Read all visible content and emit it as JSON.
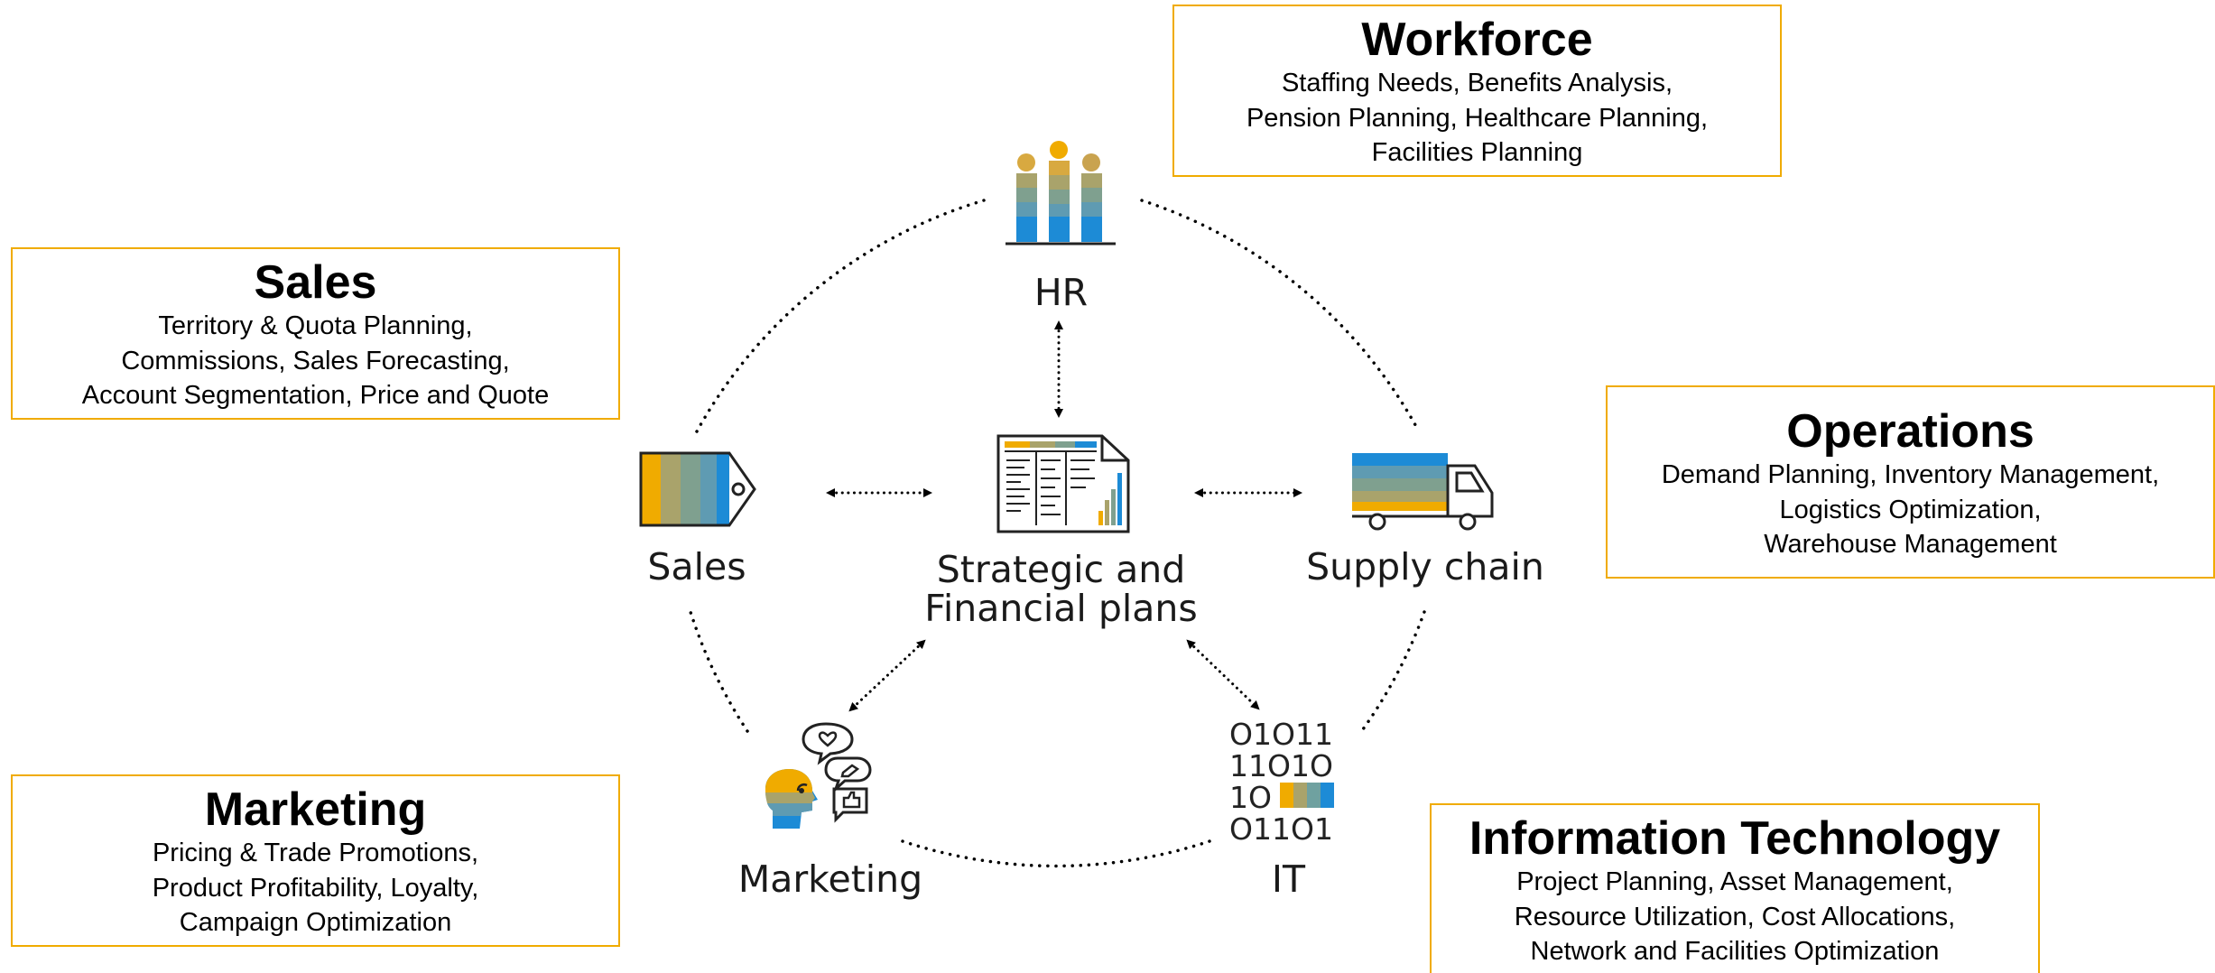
{
  "colors": {
    "box_border": "#f0ab00",
    "accent_orange": "#f0ab00",
    "accent_olive": "#a9a36b",
    "accent_teal": "#6fa1a0",
    "accent_blue": "#1d8bd6",
    "dotted_line": "#000000"
  },
  "boxes": {
    "workforce": {
      "title": "Workforce",
      "lines": [
        "Staffing Needs, Benefits Analysis,",
        "Pension Planning, Healthcare Planning,",
        "Facilities Planning"
      ]
    },
    "sales": {
      "title": "Sales",
      "lines": [
        "Territory & Quota Planning,",
        "Commissions, Sales Forecasting,",
        "Account Segmentation, Price and Quote"
      ]
    },
    "operations": {
      "title": "Operations",
      "lines": [
        "Demand Planning, Inventory Management,",
        "Logistics Optimization,",
        "Warehouse Management"
      ]
    },
    "marketing": {
      "title": "Marketing",
      "lines": [
        "Pricing & Trade Promotions,",
        "Product Profitability, Loyalty,",
        "Campaign Optimization"
      ]
    },
    "it": {
      "title": "Information Technology",
      "lines": [
        "Project Planning, Asset Management,",
        "Resource Utilization, Cost Allocations,",
        "Network and Facilities Optimization"
      ]
    }
  },
  "nodes": {
    "hr": {
      "label": "HR",
      "icon": "people-icon"
    },
    "sales": {
      "label": "Sales",
      "icon": "price-tag-icon"
    },
    "center": {
      "label_line1": "Strategic and",
      "label_line2": "Financial plans",
      "icon": "spreadsheet-report-icon"
    },
    "supply": {
      "label": "Supply chain",
      "icon": "delivery-truck-icon"
    },
    "marketing": {
      "label": "Marketing",
      "icon": "social-head-icon"
    },
    "it": {
      "label": "IT",
      "icon": "binary-code-icon",
      "binary_rows": [
        "O1O11",
        "11O1O",
        "1O",
        "O11O1"
      ]
    }
  }
}
